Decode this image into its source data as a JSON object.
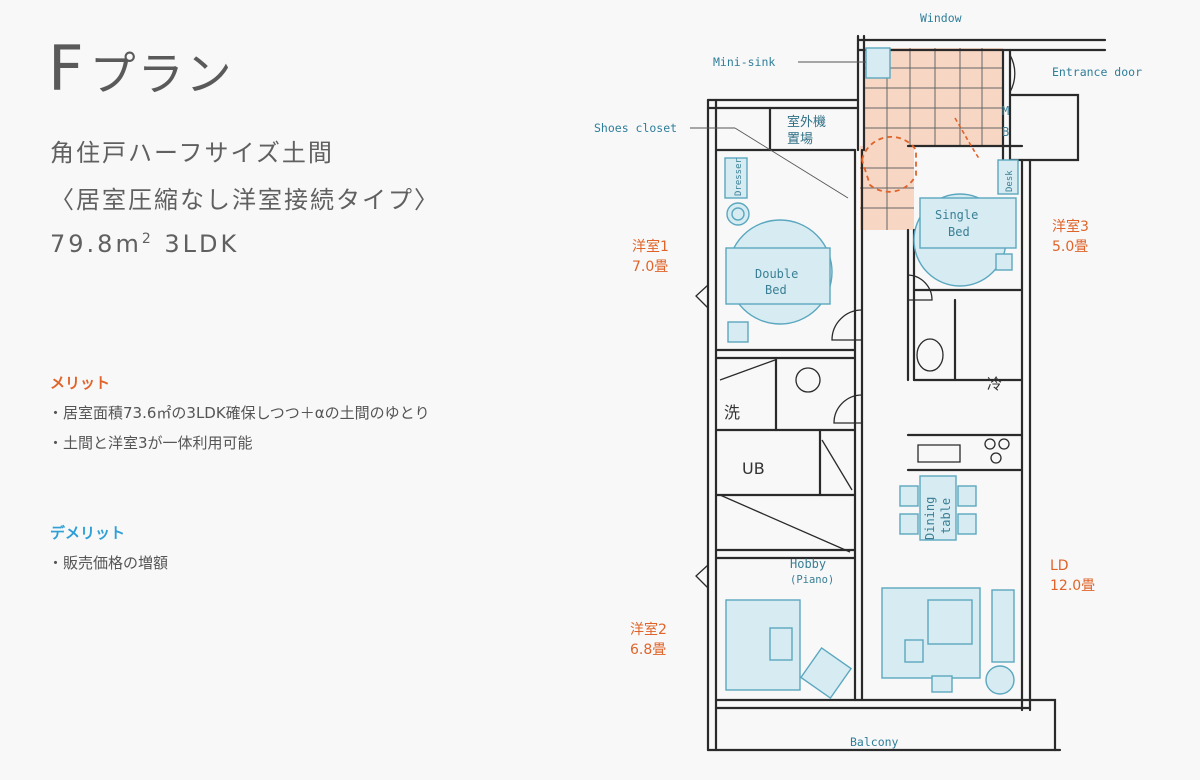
{
  "header": {
    "plan_letter": "F",
    "plan_word": "プラン",
    "subtitle1": "角住戸ハーフサイズ土間",
    "subtitle2": "〈居室圧縮なし洋室接続タイプ〉",
    "area_value": "79.8m",
    "area_sup": "2",
    "layout_type": "3LDK"
  },
  "merit": {
    "heading": "メリット",
    "items": [
      "・居室面積73.6㎡の3LDK確保しつつ＋αの土間のゆとり",
      "・土間と洋室3が一体利用可能"
    ]
  },
  "demerit": {
    "heading": "デメリット",
    "items": [
      "・販売価格の増額"
    ]
  },
  "plan": {
    "rooms": {
      "room1_name": "洋室1",
      "room1_size": "7.0畳",
      "room2_name": "洋室2",
      "room2_size": "6.8畳",
      "room3_name": "洋室3",
      "room3_size": "5.0畳",
      "ld_name": "LD",
      "ld_size": "12.0畳"
    },
    "notes": {
      "window": "Window",
      "mini_sink": "Mini-sink",
      "entrance_door": "Entrance door",
      "shoes_closet": "Shoes closet",
      "outdoor_unit_1": "室外機",
      "outdoor_unit_2": "置場",
      "balcony": "Balcony",
      "mb_m": "M",
      "mb_b": "B"
    },
    "furniture": {
      "dresser": "Dresser",
      "desk": "Desk",
      "double_bed_1": "Double",
      "double_bed_2": "Bed",
      "single_bed_1": "Single",
      "single_bed_2": "Bed",
      "dining_1": "Dining",
      "dining_2": "table",
      "hobby_1": "Hobby",
      "hobby_2": "(Piano)",
      "wash": "洗",
      "ub": "UB",
      "fridge": "冷"
    },
    "colors": {
      "room_label": "#e0642a",
      "furniture_fill": "#d6ecf2",
      "furniture_stroke": "#5ba7bf",
      "doma_floor": "#f7d6c4",
      "merit_heading": "#e0642a",
      "demerit_heading": "#2f9fd6"
    }
  }
}
